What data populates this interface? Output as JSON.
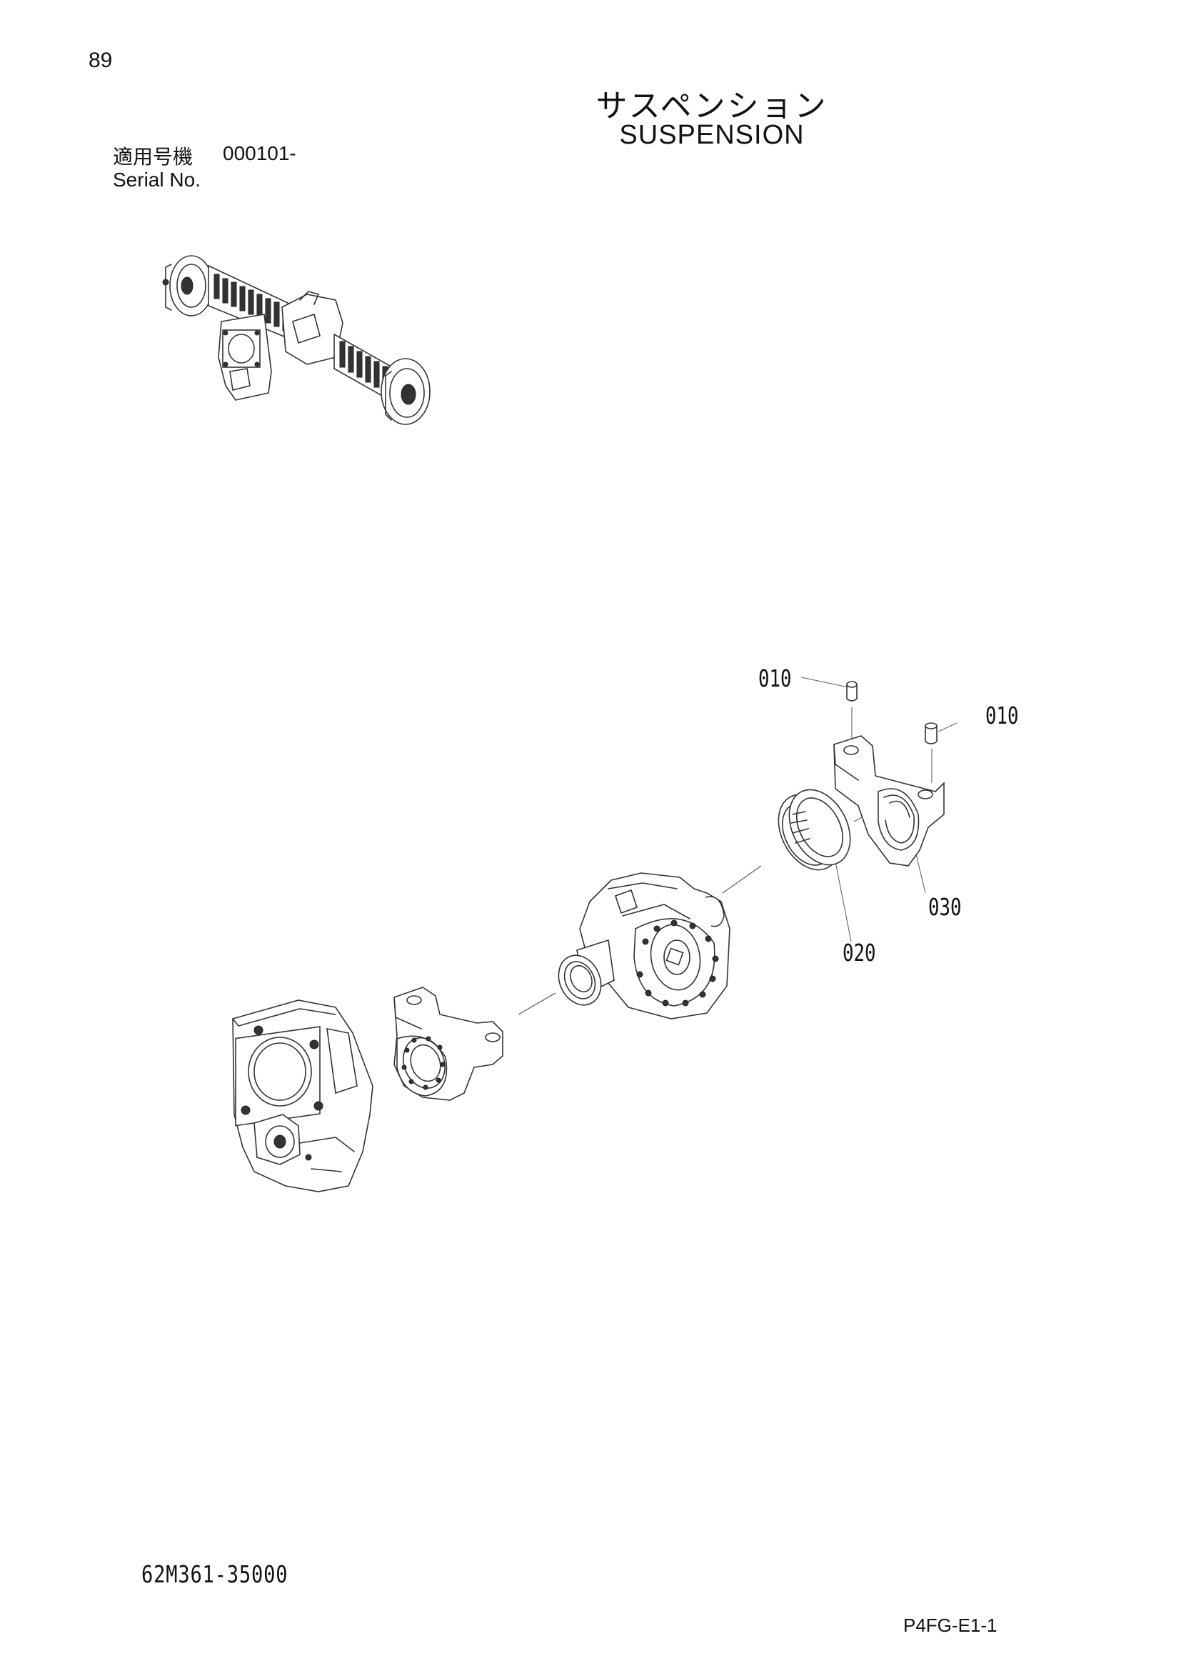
{
  "header": {
    "page_number": "89",
    "title_jp": "サスペンション",
    "title_en": "SUSPENSION",
    "serial_label_jp": "適用号機",
    "serial_value": "000101-",
    "serial_label_en": "Serial No."
  },
  "callouts": {
    "c010_top": "010",
    "c010_right": "010",
    "c020": "020",
    "c030": "030"
  },
  "footer": {
    "drawing_number": "62M361-35000",
    "page_code": "P4FG-E1-1"
  }
}
